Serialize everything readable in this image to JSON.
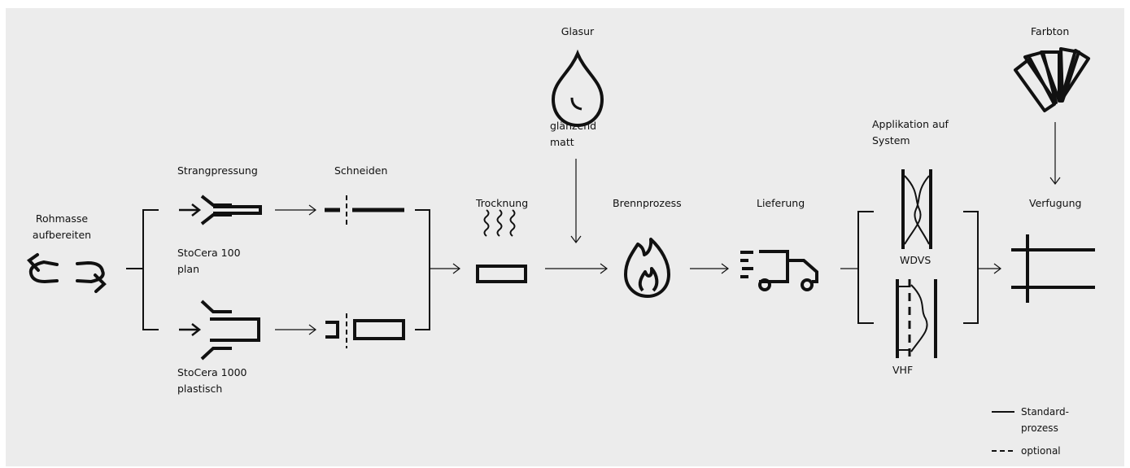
{
  "labels": {
    "rohmasse": "Rohmasse\naufbereiten",
    "strangpressung": "Strangpressung",
    "schneiden": "Schneiden",
    "stocera_plan": "StoCera 100\nplan",
    "stocera_plastisch": "StoCera 1000\nplastisch",
    "trocknung": "Trocknung",
    "glasur": "Glasur",
    "glasur_options": "glänzend\nmatt",
    "brennprozess": "Brennprozess",
    "lieferung": "Lieferung",
    "applikation": "Applikation auf\nSystem",
    "wdvs": "WDVS",
    "vhf": "VHF",
    "farbton": "Farbton",
    "verfugung": "Verfugung"
  },
  "legend": {
    "standard": "Standard-\nprozess",
    "optional": "optional"
  },
  "icons": [
    "recycle-icon",
    "extrusion-icon",
    "cut-icon",
    "drying-icon",
    "drop-icon",
    "flame-icon",
    "truck-icon",
    "wall-system-icon",
    "color-fan-icon",
    "joint-icon"
  ],
  "colors": {
    "background": "#ececec",
    "ink": "#111111"
  }
}
